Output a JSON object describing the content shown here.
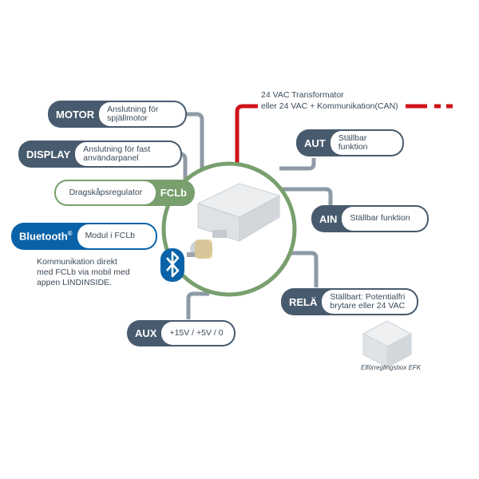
{
  "diagram": {
    "center": {
      "label": "FCLb",
      "description": "Dragskåpsregulator",
      "device": "FCLb controller with damper motor"
    },
    "connections": [
      {
        "id": "motor",
        "tag": "MOTOR",
        "description": "Anslutning för\nspjällmotor"
      },
      {
        "id": "display",
        "tag": "DISPLAY",
        "description": "Anslutning för fast\nanvändarpanel"
      },
      {
        "id": "aut",
        "tag": "AUT",
        "description": "Ställbar funktion"
      },
      {
        "id": "ain",
        "tag": "AIN",
        "description": "Ställbar funktion"
      },
      {
        "id": "rela",
        "tag": "RELÄ",
        "description": "Ställbart: Potentialfri\nbrytare eller 24 VAC"
      },
      {
        "id": "aux",
        "tag": "AUX",
        "description": "+15V / +5V / 0"
      }
    ],
    "power": {
      "line1": "24 VAC Transformator",
      "line2": "eller 24 VAC + Kommunikation(CAN)"
    },
    "bluetooth": {
      "tag": "Bluetooth",
      "reg": "®",
      "description": "Modul i FCLb",
      "note": "Kommunikation direkt\nmed FCLb via mobil med\nappen LINDINSIDE."
    },
    "accessory": {
      "caption": "Elförreglingsbox EFK"
    },
    "colors": {
      "dark": "#485b6e",
      "green": "#789f6d",
      "blue": "#0a63a8",
      "red": "#d0121b",
      "wire": "#8e9aa6"
    }
  }
}
